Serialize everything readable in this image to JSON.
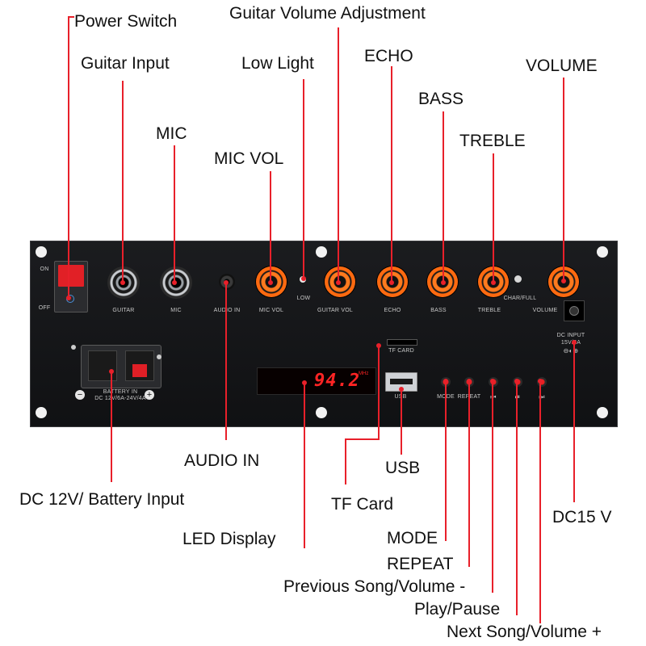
{
  "callouts": {
    "power_switch": "Power Switch",
    "guitar_input": "Guitar Input",
    "mic": "MIC",
    "mic_vol": "MIC VOL",
    "low_light": "Low Light",
    "guitar_volume": "Guitar Volume Adjustment",
    "echo": "ECHO",
    "bass": "BASS",
    "treble": "TREBLE",
    "volume": "VOLUME",
    "audio_in": "AUDIO IN",
    "dc_battery": "DC 12V/ Battery Input",
    "led_display": "LED Display",
    "tf_card": "TF Card",
    "usb": "USB",
    "mode": "MODE",
    "repeat": "REPEAT",
    "previous": "Previous Song/Volume -",
    "play_pause": "Play/Pause",
    "next": "Next Song/Volume +",
    "dc15": "DC15 V"
  },
  "panel": {
    "on": "ON",
    "off": "OFF",
    "guitar": "GUITAR",
    "mic": "MIC",
    "audio_in": "AUDIO IN",
    "mic_vol": "MIC VOL",
    "low": "LOW",
    "guitar_vol": "GUITAR VOL",
    "echo": "ECHO",
    "bass": "BASS",
    "treble": "TREBLE",
    "char_full": "CHAR/FULL",
    "volume": "VOLUME",
    "dc_input": "DC INPUT",
    "dc_rating": "15V/2A",
    "tf_card": "TF CARD",
    "usb": "USB",
    "mode": "MODE",
    "repeat": "REPEAT",
    "battery_in": "BATTERY IN",
    "battery_rating": "DC 12V/6A-24V/4A",
    "minus": "−",
    "plus": "+",
    "display_value": "94.2",
    "display_unit": "MHz"
  },
  "colors": {
    "leader": "#e8202a",
    "knob": "#ff6a10",
    "panel": "#141517"
  }
}
